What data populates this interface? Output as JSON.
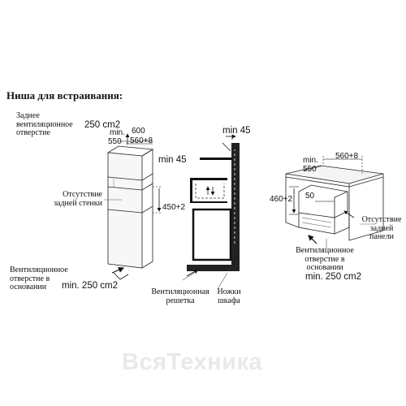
{
  "heading": "Ниша для встраивания:",
  "left": {
    "rear_vent_label": "Заднее вентиляционное отверстие",
    "rear_vent_area": "250 cm2",
    "dim_min": "min.",
    "dim_600": "600",
    "dim_550": "550",
    "dim_560": "560+8",
    "dim_450": "450+2",
    "no_back_wall_label": "Отсутствие задней стенки",
    "base_vent_label": "Вентиляционное отверстие в основании",
    "base_vent_area": "min. 250 cm2"
  },
  "middle": {
    "top_gap": "min 45",
    "side_gap": "min 45",
    "grille_label": "Вентиляционная решетка",
    "feet_label": "Ножки шкафа"
  },
  "right": {
    "dim_min": "min.",
    "dim_550": "550",
    "dim_560": "560+8",
    "dim_460": "460+2",
    "dim_50": "50",
    "no_back_panel_label": "Отсутствие задней панели",
    "base_vent_label": "Вентиляционное отверстие в основании",
    "base_vent_area": "min. 250 cm2"
  },
  "watermark": "ВсяТехника"
}
